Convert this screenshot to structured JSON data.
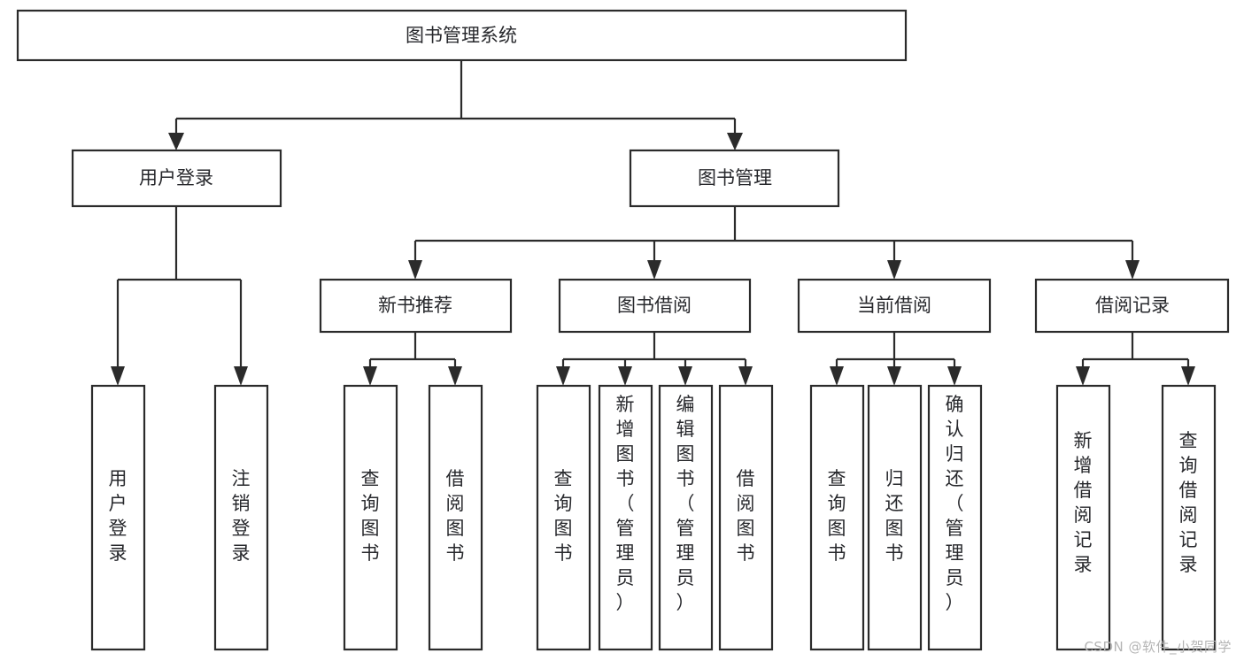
{
  "diagram": {
    "title": "图书管理系统",
    "type": "tree",
    "orientation": "top-down",
    "colors": {
      "box_fill": "#ffffff",
      "box_stroke": "#2b2b2b",
      "text": "#27282c",
      "background": "#ffffff",
      "watermark": "#b4b4b4"
    },
    "root": {
      "label": "图书管理系统",
      "orientation": "horizontal"
    },
    "level1": [
      {
        "label": "用户登录",
        "orientation": "horizontal"
      },
      {
        "label": "图书管理",
        "orientation": "horizontal"
      }
    ],
    "level2": [
      {
        "label": "新书推荐",
        "orientation": "horizontal"
      },
      {
        "label": "图书借阅",
        "orientation": "horizontal"
      },
      {
        "label": "当前借阅",
        "orientation": "horizontal"
      },
      {
        "label": "借阅记录",
        "orientation": "horizontal"
      }
    ],
    "leaves": {
      "user_login": [
        {
          "label": "用户登录",
          "orientation": "vertical"
        },
        {
          "label": "注销登录",
          "orientation": "vertical"
        }
      ],
      "new_book_recommend": [
        {
          "label": "查询图书",
          "orientation": "vertical"
        },
        {
          "label": "借阅图书",
          "orientation": "vertical"
        }
      ],
      "book_borrow": [
        {
          "label": "查询图书",
          "orientation": "vertical"
        },
        {
          "label": "新增图书（管理员）",
          "orientation": "vertical"
        },
        {
          "label": "编辑图书（管理员）",
          "orientation": "vertical"
        },
        {
          "label": "借阅图书",
          "orientation": "vertical"
        }
      ],
      "current_borrow": [
        {
          "label": "查询图书",
          "orientation": "vertical"
        },
        {
          "label": "归还图书",
          "orientation": "vertical"
        },
        {
          "label": "确认归还（管理员）",
          "orientation": "vertical"
        }
      ],
      "borrow_record": [
        {
          "label": "新增借阅记录",
          "orientation": "vertical"
        },
        {
          "label": "查询借阅记录",
          "orientation": "vertical"
        }
      ]
    }
  },
  "watermark": {
    "text": "CSDN @软件_小贺同学"
  }
}
